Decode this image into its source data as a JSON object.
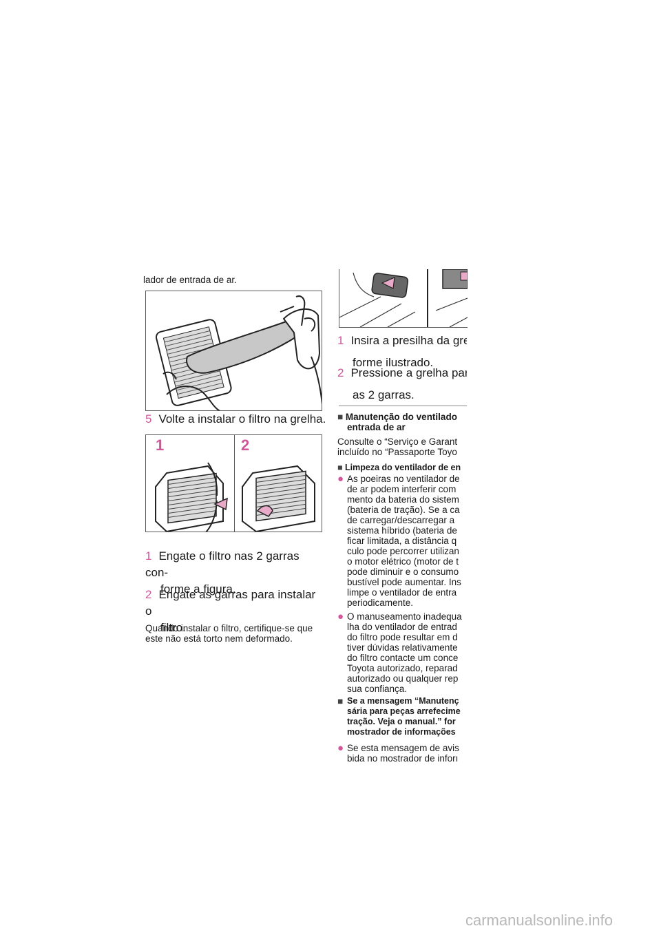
{
  "left": {
    "top_fragment": "lador de entrada de ar.",
    "step5_number": "5",
    "step5_text": "Volte a instalar o filtro na grelha.",
    "fig2_label1": "1",
    "fig2_label2": "2",
    "step1_number": "1",
    "step1_line1": "Engate o filtro nas 2 garras con-",
    "step1_line2": "forme a figura.",
    "step2_number": "2",
    "step2_line1": "Engate as garras para instalar o",
    "step2_line2": "filtro.",
    "note_line1": "Quando instalar o filtro, certifique-se que",
    "note_line2": "este não está torto nem deformado."
  },
  "right": {
    "step1_number": "1",
    "step1_line1": "Insira a presilha da gre",
    "step1_line2": "forme ilustrado.",
    "step2_number": "2",
    "step2_line1": "Pressione a grelha para",
    "step2_line2": "as 2 garras.",
    "sec1_marker": "■",
    "sec1_title_line1": "Manutenção do ventilado",
    "sec1_title_line2": "entrada de ar",
    "sec1_body_line1": "Consulte o “Serviço e Garant",
    "sec1_body_line2": "incluído no “Passaporte Toyo",
    "sec2_marker": "■",
    "sec2_title": "Limpeza do ventilador de en",
    "bullet_marker": "●",
    "bullet1_lines": [
      "As poeiras no ventilador de",
      "de ar podem interferir com",
      "mento da bateria do sistem",
      "(bateria de tração). Se a ca",
      "de carregar/descarregar a",
      "sistema híbrido (bateria de",
      "ficar limitada, a distância q",
      "culo pode percorrer utilizan",
      "o motor elétrico (motor de t",
      "pode diminuir e o consumo",
      "bustível pode aumentar. Ins",
      "limpe o ventilador de entra",
      "periodicamente."
    ],
    "bullet2_lines": [
      "O manuseamento inadequa",
      "lha do ventilador de entrad",
      "do filtro pode resultar em d",
      "tiver dúvidas relativamente",
      "do filtro contacte um conce",
      "Toyota autorizado, reparad",
      "autorizado ou qualquer rep",
      "sua confiança."
    ],
    "sec3_marker": "■",
    "sec3_title_lines": [
      "Se a mensagem “Manutenç",
      "sária para peças arrefecime",
      "tração. Veja o manual.” for",
      "mostrador de informações"
    ],
    "bullet3_lines": [
      "Se esta mensagem de avis",
      "bida no mostrador de inforı"
    ]
  },
  "footer": {
    "watermark": "carmanualsonline.info"
  }
}
